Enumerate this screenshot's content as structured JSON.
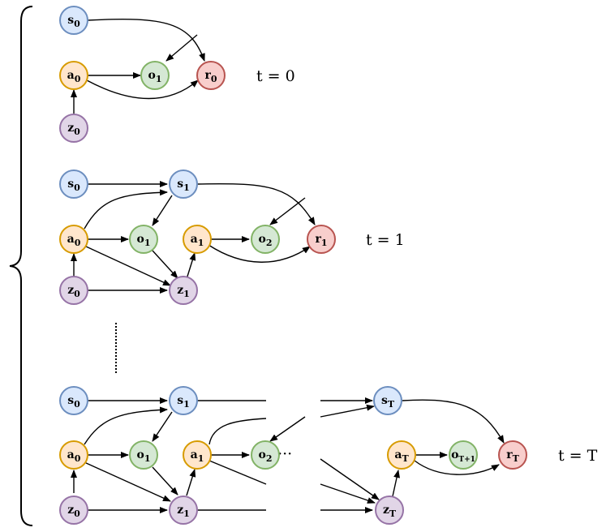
{
  "colors": {
    "s": {
      "fill": "#dae8fc",
      "stroke": "#6c8ebf"
    },
    "a": {
      "fill": "#ffe6cc",
      "stroke": "#d79b00"
    },
    "o": {
      "fill": "#d5e8d4",
      "stroke": "#82b366"
    },
    "r": {
      "fill": "#f8cecc",
      "stroke": "#b85450"
    },
    "z": {
      "fill": "#e1d5e7",
      "stroke": "#9673a6"
    }
  },
  "nodes": [
    {
      "id": "s0_p0",
      "type": "s",
      "base": "s",
      "sub": "0"
    },
    {
      "id": "a0_p0",
      "type": "a",
      "base": "a",
      "sub": "0"
    },
    {
      "id": "o1_p0",
      "type": "o",
      "base": "o",
      "sub": "1"
    },
    {
      "id": "r0_p0",
      "type": "r",
      "base": "r",
      "sub": "0"
    },
    {
      "id": "z0_p0",
      "type": "z",
      "base": "z",
      "sub": "0"
    },
    {
      "id": "s0_p1",
      "type": "s",
      "base": "s",
      "sub": "0"
    },
    {
      "id": "s1_p1",
      "type": "s",
      "base": "s",
      "sub": "1"
    },
    {
      "id": "a0_p1",
      "type": "a",
      "base": "a",
      "sub": "0"
    },
    {
      "id": "o1_p1",
      "type": "o",
      "base": "o",
      "sub": "1"
    },
    {
      "id": "a1_p1",
      "type": "a",
      "base": "a",
      "sub": "1"
    },
    {
      "id": "o2_p1",
      "type": "o",
      "base": "o",
      "sub": "2"
    },
    {
      "id": "r1_p1",
      "type": "r",
      "base": "r",
      "sub": "1"
    },
    {
      "id": "z0_p1",
      "type": "z",
      "base": "z",
      "sub": "0"
    },
    {
      "id": "z1_p1",
      "type": "z",
      "base": "z",
      "sub": "1"
    },
    {
      "id": "s0_p2",
      "type": "s",
      "base": "s",
      "sub": "0"
    },
    {
      "id": "s1_p2",
      "type": "s",
      "base": "s",
      "sub": "1"
    },
    {
      "id": "sT_p2",
      "type": "s",
      "base": "s",
      "sub": "T"
    },
    {
      "id": "a0_p2",
      "type": "a",
      "base": "a",
      "sub": "0"
    },
    {
      "id": "o1_p2",
      "type": "o",
      "base": "o",
      "sub": "1"
    },
    {
      "id": "a1_p2",
      "type": "a",
      "base": "a",
      "sub": "1"
    },
    {
      "id": "o2_p2",
      "type": "o",
      "base": "o",
      "sub": "2"
    },
    {
      "id": "aT_p2",
      "type": "a",
      "base": "a",
      "sub": "T"
    },
    {
      "id": "oT1_p2",
      "type": "o",
      "base": "o",
      "sub": "T+1"
    },
    {
      "id": "rT_p2",
      "type": "r",
      "base": "r",
      "sub": "T"
    },
    {
      "id": "z0_p2",
      "type": "z",
      "base": "z",
      "sub": "0"
    },
    {
      "id": "z1_p2",
      "type": "z",
      "base": "z",
      "sub": "1"
    },
    {
      "id": "zT_p2",
      "type": "z",
      "base": "z",
      "sub": "T"
    }
  ],
  "time_labels": [
    "t = 0",
    "t = 1",
    "t = T"
  ],
  "mid_dots_label": "·····"
}
